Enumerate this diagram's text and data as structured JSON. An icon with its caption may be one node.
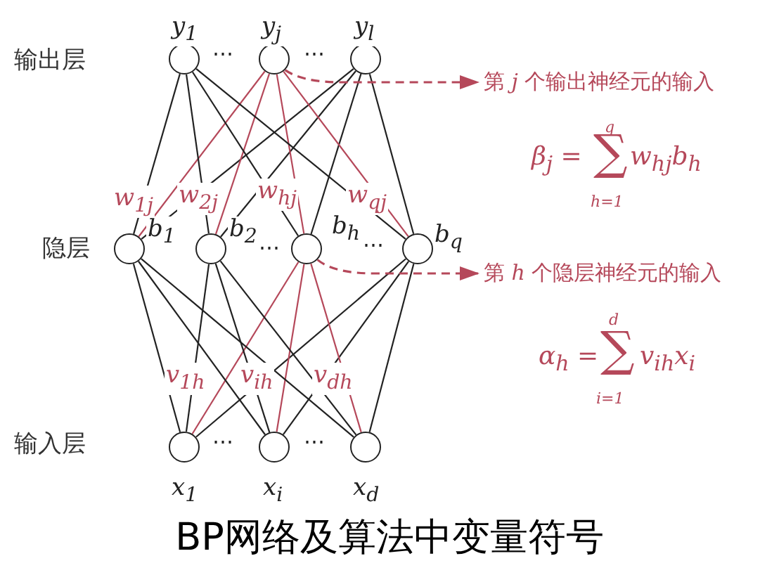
{
  "diagram": {
    "caption": "BP网络及算法中变量符号",
    "nodes": [
      {
        "text": [],
        "shape": "circle",
        "beside": [
          "y$_{1}$"
        ]
      },
      {
        "text": [],
        "shape": "circle",
        "beside": [
          "y$_{j}$"
        ]
      },
      {
        "text": [],
        "shape": "circle",
        "beside": [
          "y$_{l}$"
        ]
      },
      {
        "text": [
          "第 *j* 个输出神经元的输入"
        ]
      },
      {
        "text": [],
        "shape": "circle",
        "beside": [
          "b$_{1}$"
        ]
      },
      {
        "text": [],
        "shape": "circle",
        "beside": [
          "b$_{2}$"
        ]
      },
      {
        "text": [],
        "shape": "circle",
        "beside": [
          "b$_{h}$"
        ]
      },
      {
        "text": [],
        "shape": "circle",
        "beside": [
          "b$_{q}$"
        ]
      },
      {
        "text": [
          "第 *h* 个隐层神经元的输入"
        ]
      },
      {
        "text": [],
        "shape": "circle",
        "beside": [
          "x$_{1}$"
        ]
      },
      {
        "text": [],
        "shape": "circle",
        "beside": [
          "x$_{i}$"
        ]
      },
      {
        "text": [],
        "shape": "circle",
        "beside": [
          "x$_{d}$"
        ]
      }
    ],
    "edges": [
      {
        "from": 4,
        "to": 0,
        "arrow": "none"
      },
      {
        "from": 4,
        "to": 1,
        "arrow": "none",
        "label": "w$_{1j}$",
        "color": "#b5485a"
      },
      {
        "from": 4,
        "to": 2,
        "arrow": "none"
      },
      {
        "from": 5,
        "to": 0,
        "arrow": "none"
      },
      {
        "from": 5,
        "to": 1,
        "arrow": "none",
        "label": "w$_{2j}$",
        "color": "#b5485a"
      },
      {
        "from": 5,
        "to": 2,
        "arrow": "none"
      },
      {
        "from": 6,
        "to": 0,
        "arrow": "none"
      },
      {
        "from": 6,
        "to": 1,
        "arrow": "none",
        "label": "w$_{hj}$",
        "color": "#b5485a"
      },
      {
        "from": 6,
        "to": 2,
        "arrow": "none"
      },
      {
        "from": 7,
        "to": 0,
        "arrow": "none"
      },
      {
        "from": 7,
        "to": 1,
        "arrow": "none",
        "label": "w$_{qj}$",
        "color": "#b5485a"
      },
      {
        "from": 7,
        "to": 2,
        "arrow": "none"
      },
      {
        "from": 9,
        "to": 4,
        "arrow": "none"
      },
      {
        "from": 9,
        "to": 5,
        "arrow": "none"
      },
      {
        "from": 9,
        "to": 6,
        "arrow": "none",
        "label": "v$_{1h}$",
        "color": "#b5485a"
      },
      {
        "from": 9,
        "to": 7,
        "arrow": "none"
      },
      {
        "from": 10,
        "to": 4,
        "arrow": "none"
      },
      {
        "from": 10,
        "to": 5,
        "arrow": "none"
      },
      {
        "from": 10,
        "to": 6,
        "arrow": "none",
        "label": "v$_{ih}$",
        "color": "#b5485a"
      },
      {
        "from": 10,
        "to": 7,
        "arrow": "none"
      },
      {
        "from": 11,
        "to": 4,
        "arrow": "none"
      },
      {
        "from": 11,
        "to": 5,
        "arrow": "none"
      },
      {
        "from": 11,
        "to": 6,
        "arrow": "none",
        "label": "v$_{dh}$",
        "color": "#b5485a"
      },
      {
        "from": 11,
        "to": 7,
        "arrow": "none"
      },
      {
        "from": 1,
        "to": 3,
        "arrow": "to",
        "style": "dashed",
        "color": "#b5485a"
      },
      {
        "from": 6,
        "to": 8,
        "arrow": "to",
        "style": "dashed",
        "color": "#b5485a"
      }
    ],
    "labels": [
      "输出层",
      "⋯",
      "⋯",
      "q",
      "β$_{j}$ =",
      "∑",
      "w$_{hj}$b$_{h}$",
      "h=1",
      "隐层",
      "⋯",
      "⋯",
      "d",
      "α$_{h}$ =",
      "∑",
      "v$_{ih}$x$_{i}$",
      "i=1",
      "输入层",
      "⋯",
      "⋯"
    ]
  }
}
